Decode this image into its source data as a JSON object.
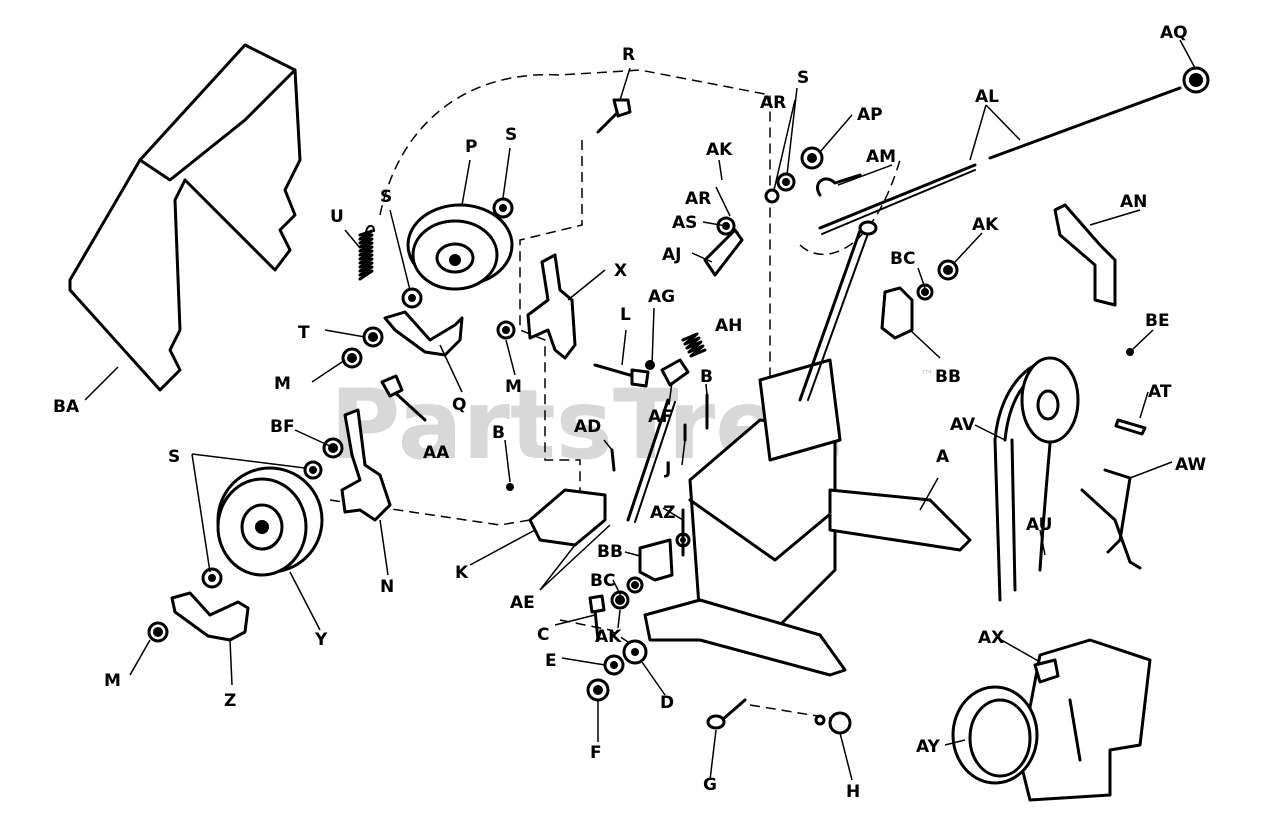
{
  "watermark": {
    "text": "PartsTree",
    "mark": "™"
  },
  "labels": {
    "R": "R",
    "S": "S",
    "AR": "AR",
    "AP": "AP",
    "AL": "AL",
    "AQ": "AQ",
    "AK": "AK",
    "AM": "AM",
    "AS": "AS",
    "AJ": "AJ",
    "P": "P",
    "U": "U",
    "X": "X",
    "AG": "AG",
    "AH": "AH",
    "AN": "AN",
    "BC": "BC",
    "BB": "BB",
    "BE": "BE",
    "BA": "BA",
    "T": "T",
    "M": "M",
    "Q": "Q",
    "L": "L",
    "AF": "AF",
    "B": "B",
    "AA": "AA",
    "BF": "BF",
    "AD": "AD",
    "AT": "AT",
    "AV": "AV",
    "AW": "AW",
    "A": "A",
    "J": "J",
    "N": "N",
    "K": "K",
    "AZ": "AZ",
    "AU": "AU",
    "Y": "Y",
    "AE": "AE",
    "C": "C",
    "Z": "Z",
    "E": "E",
    "D": "D",
    "F": "F",
    "AX": "AX",
    "AY": "AY",
    "G": "G",
    "H": "H"
  }
}
